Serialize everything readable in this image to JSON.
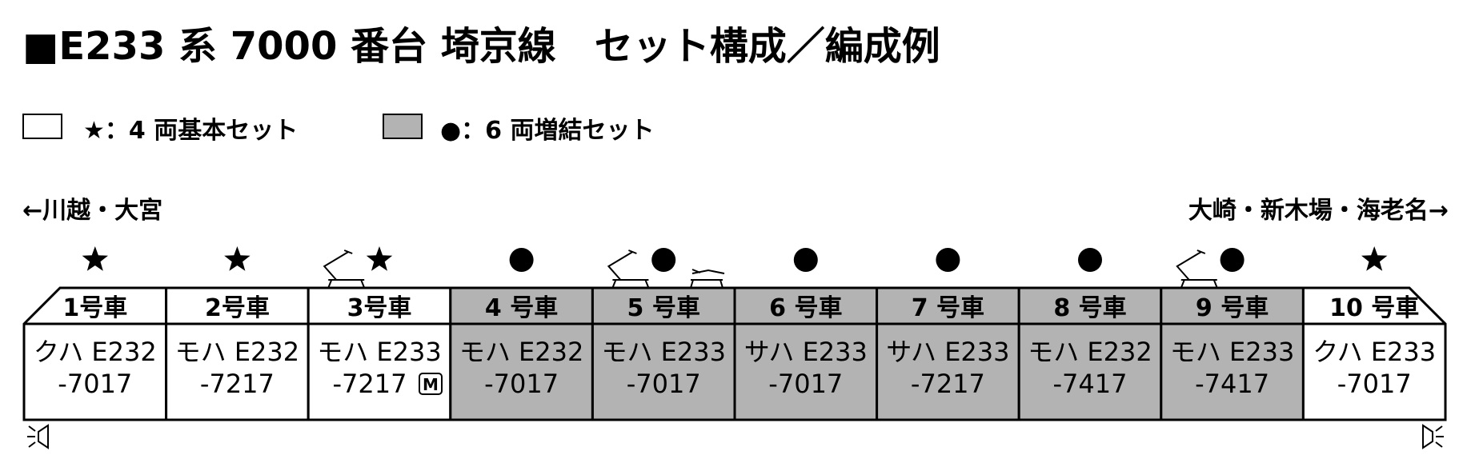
{
  "title": "■E233 系 7000 番台 埼京線　セット構成／編成例",
  "legend": {
    "basic": "★：4 両基本セット",
    "extension": "●：6 両増結セット"
  },
  "direction": {
    "left": "←川越・大宮",
    "right": "大崎・新木場・海老名→"
  },
  "colors": {
    "extension_fill": "#b3b3b3",
    "basic_fill": "#ffffff",
    "stroke": "#000000"
  },
  "motor_mark": "M",
  "cars": [
    {
      "number": "1号車",
      "type": "クハ E232",
      "id": "-7017",
      "set": "basic",
      "pantograph": false,
      "motor": false
    },
    {
      "number": "2号車",
      "type": "モハ E232",
      "id": "-7217",
      "set": "basic",
      "pantograph": false,
      "motor": false
    },
    {
      "number": "3号車",
      "type": "モハ E233",
      "id": "-7217",
      "set": "basic",
      "pantograph": true,
      "motor": true
    },
    {
      "number": "4 号車",
      "type": "モハ E232",
      "id": "-7017",
      "set": "extension",
      "pantograph": false,
      "motor": false
    },
    {
      "number": "5 号車",
      "type": "モハ E233",
      "id": "-7017",
      "set": "extension",
      "pantograph": true,
      "folded_pantograph": true,
      "motor": false
    },
    {
      "number": "6 号車",
      "type": "サハ E233",
      "id": "-7017",
      "set": "extension",
      "pantograph": false,
      "motor": false
    },
    {
      "number": "7 号車",
      "type": "サハ E233",
      "id": "-7217",
      "set": "extension",
      "pantograph": false,
      "motor": false
    },
    {
      "number": "8 号車",
      "type": "モハ E232",
      "id": "-7417",
      "set": "extension",
      "pantograph": false,
      "motor": false
    },
    {
      "number": "9 号車",
      "type": "モハ E233",
      "id": "-7417",
      "set": "extension",
      "pantograph": true,
      "motor": false
    },
    {
      "number": "10 号車",
      "type": "クハ E233",
      "id": "-7017",
      "set": "basic",
      "pantograph": false,
      "motor": false
    }
  ]
}
